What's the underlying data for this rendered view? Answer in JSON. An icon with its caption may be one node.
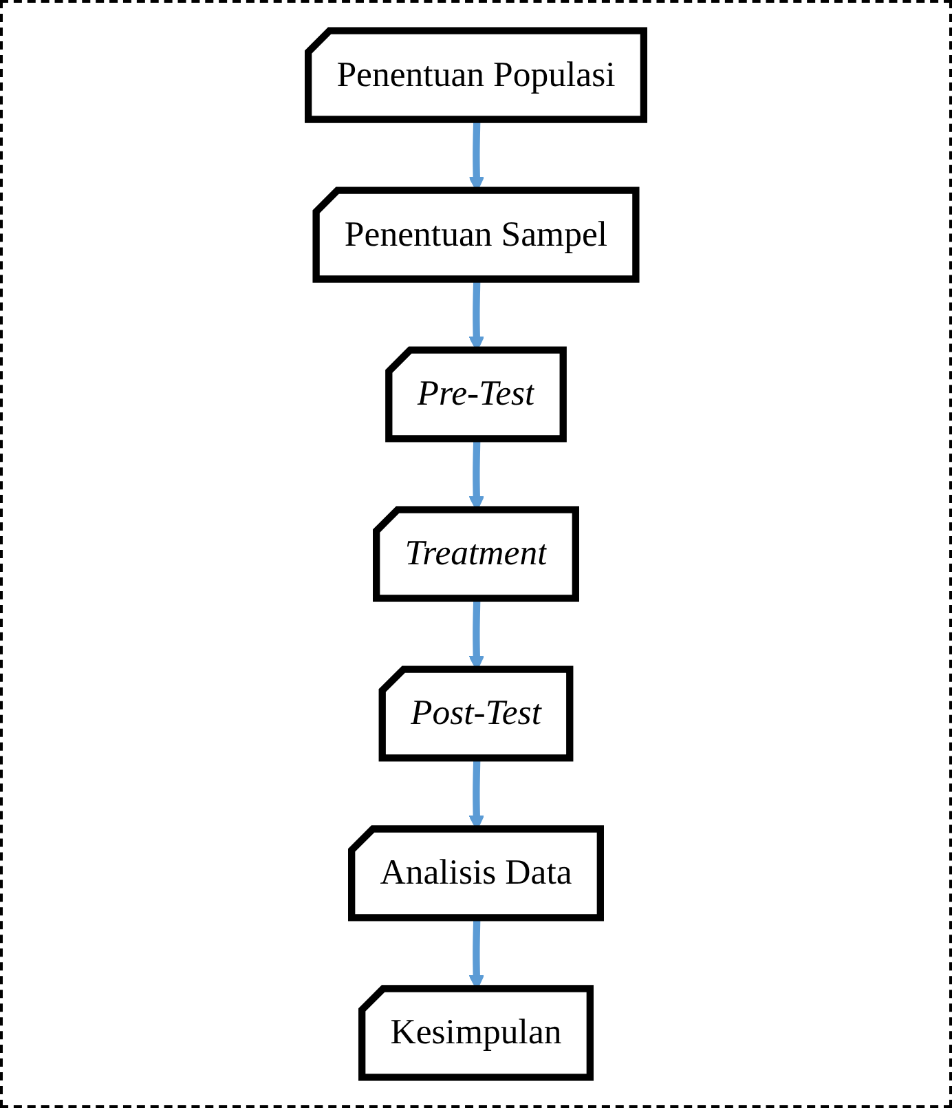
{
  "diagram": {
    "nodes": [
      {
        "text": [
          "Penentuan Populasi"
        ]
      },
      {
        "text": [
          "Penentuan Sampel"
        ]
      },
      {
        "text": [
          "Pre-Test"
        ]
      },
      {
        "text": [
          "Treatment"
        ]
      },
      {
        "text": [
          "Post-Test"
        ]
      },
      {
        "text": [
          "Analisis Data"
        ]
      },
      {
        "text": [
          "Kesimpulan"
        ]
      }
    ],
    "edges": [
      {
        "from": 0,
        "to": 1,
        "arrow": "to"
      },
      {
        "from": 1,
        "to": 2,
        "arrow": "to"
      },
      {
        "from": 2,
        "to": 3,
        "arrow": "to"
      },
      {
        "from": 3,
        "to": 4,
        "arrow": "to"
      },
      {
        "from": 4,
        "to": 5,
        "arrow": "to"
      },
      {
        "from": 5,
        "to": 6,
        "arrow": "to"
      }
    ]
  }
}
